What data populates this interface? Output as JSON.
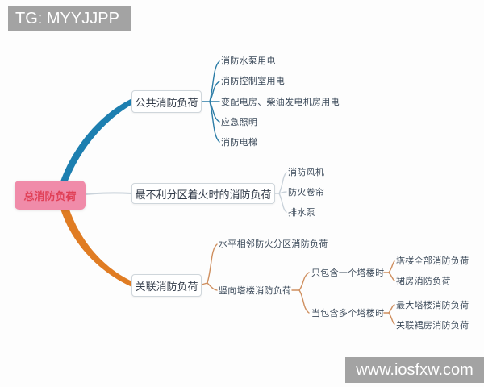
{
  "badges": {
    "top_left": "TG: MYYJJPP",
    "bottom_right": "www.iosfxw.com"
  },
  "colors": {
    "root_bg": "#f08ba9",
    "root_text": "#e04057",
    "branch_blue": "#1d7fb0",
    "branch_orange": "#e07c23",
    "line_blue": "#2b7ca6",
    "line_gray": "#c9d2da",
    "line_tan": "#cf8f5f",
    "node_border": "#cfd6db",
    "node_text": "#333c4a",
    "leaf_text": "#3c4a5a",
    "badge_bg": "#a3a3a3",
    "badge_text": "#ffffff"
  },
  "mindmap": {
    "root": {
      "label": "总消防负荷"
    },
    "branches": [
      {
        "label": "公共消防负荷",
        "children": [
          {
            "label": "消防水泵用电"
          },
          {
            "label": "消防控制室用电"
          },
          {
            "label": "变配电房、柴油发电机房用电"
          },
          {
            "label": "应急照明"
          },
          {
            "label": "消防电梯"
          }
        ]
      },
      {
        "label": "最不利分区着火时的消防负荷",
        "children": [
          {
            "label": "消防风机"
          },
          {
            "label": "防火卷帘"
          },
          {
            "label": "排水泵"
          }
        ]
      },
      {
        "label": "关联消防负荷",
        "children": [
          {
            "label": "水平相邻防火分区消防负荷"
          },
          {
            "label": "竖向塔楼消防负荷",
            "children": [
              {
                "label": "只包含一个塔楼时",
                "children": [
                  {
                    "label": "塔楼全部消防负荷"
                  },
                  {
                    "label": "裙房消防负荷"
                  }
                ]
              },
              {
                "label": "当包含多个塔楼时",
                "children": [
                  {
                    "label": "最大塔楼消防负荷"
                  },
                  {
                    "label": "关联裙房消防负荷"
                  }
                ]
              }
            ]
          }
        ]
      }
    ]
  }
}
